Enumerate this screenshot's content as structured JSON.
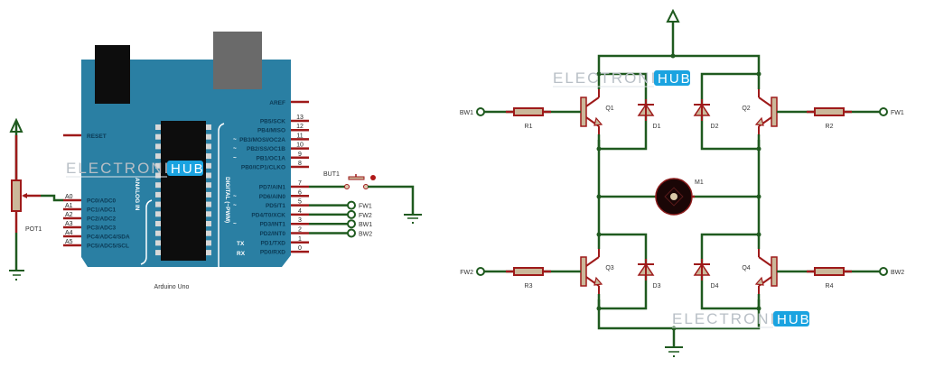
{
  "title": "Arduino H-Bridge Motor Control Circuit",
  "colors": {
    "wire": "#1f5a1f",
    "pin": "#9e1a1a",
    "board": "#2a7fa3",
    "component_fill": "#cbb89a",
    "watermark_hub": "#1aa3e0"
  },
  "watermark": {
    "text": "ELECTRONICS",
    "hub": "HUB"
  },
  "arduino": {
    "name": "Arduino Uno",
    "reset_label": "RESET",
    "aref_label": "AREF",
    "analog_title": "ANALOG IN",
    "digital_title": "DIGITAL (~PWM)",
    "tx_label": "TX",
    "rx_label": "RX",
    "analog_pins": [
      {
        "pin": "A0",
        "name": "PC0/ADC0"
      },
      {
        "pin": "A1",
        "name": "PC1/ADC1"
      },
      {
        "pin": "A2",
        "name": "PC2/ADC2"
      },
      {
        "pin": "A3",
        "name": "PC3/ADC3"
      },
      {
        "pin": "A4",
        "name": "PC4/ADC4/SDA"
      },
      {
        "pin": "A5",
        "name": "PC5/ADC5/SCL"
      }
    ],
    "digital_pins": [
      {
        "num": "13",
        "name": "PB5/SCK",
        "pwm": false
      },
      {
        "num": "12",
        "name": "PB4/MISO",
        "pwm": false
      },
      {
        "num": "11",
        "name": "PB3/MOSI/OC2A",
        "pwm": true
      },
      {
        "num": "10",
        "name": "PB2/SS/OC1B",
        "pwm": true
      },
      {
        "num": "9",
        "name": "PB1/OC1A",
        "pwm": true
      },
      {
        "num": "8",
        "name": "PB0/ICP1/CLKO",
        "pwm": false
      },
      {
        "num": "7",
        "name": "PD7/AIN1",
        "pwm": false
      },
      {
        "num": "6",
        "name": "PD6/AIN0",
        "pwm": true
      },
      {
        "num": "5",
        "name": "PD5/T1",
        "pwm": true
      },
      {
        "num": "4",
        "name": "PD4/T0/XCK",
        "pwm": false
      },
      {
        "num": "3",
        "name": "PD3/INT1",
        "pwm": true
      },
      {
        "num": "2",
        "name": "PD2/INT0",
        "pwm": false
      },
      {
        "num": "1",
        "name": "PD1/TXD",
        "pwm": false
      },
      {
        "num": "0",
        "name": "PD0/RXD",
        "pwm": false
      }
    ]
  },
  "pot": {
    "label": "POT1"
  },
  "button": {
    "label": "BUT1"
  },
  "arduino_terminals": [
    "FW1",
    "FW2",
    "BW1",
    "BW2"
  ],
  "hbridge": {
    "motor": "M1",
    "transistors": [
      "Q1",
      "Q2",
      "Q3",
      "Q4"
    ],
    "diodes": [
      "D1",
      "D2",
      "D3",
      "D4"
    ],
    "resistors": [
      "R1",
      "R2",
      "R3",
      "R4"
    ],
    "inputs": [
      "BW1",
      "FW1",
      "FW2",
      "BW2"
    ]
  }
}
